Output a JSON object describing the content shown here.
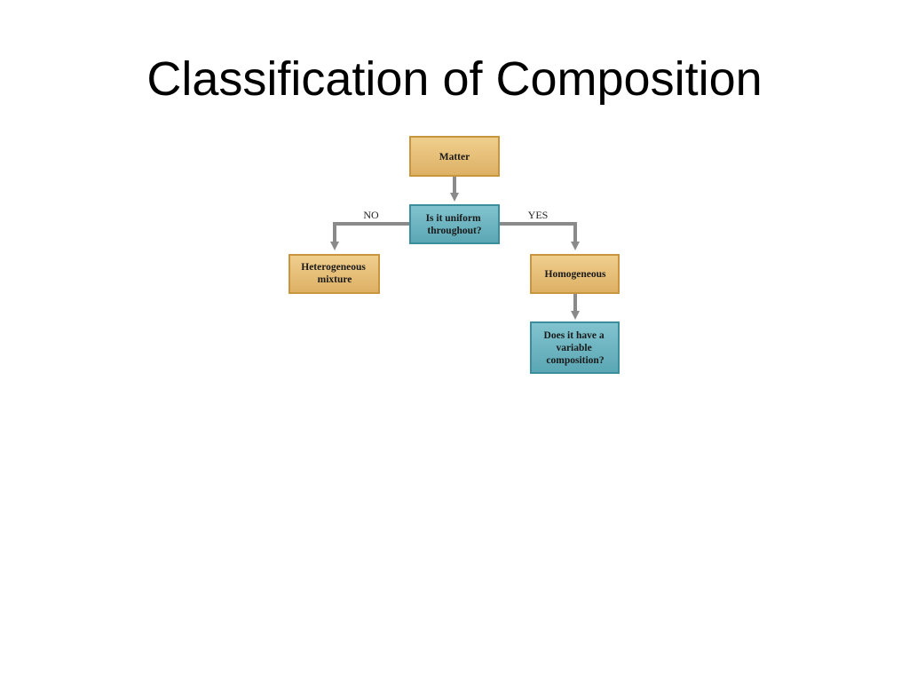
{
  "slide": {
    "title": "Classification of Composition"
  },
  "flowchart": {
    "colors": {
      "category_fill": "#e8c07a",
      "category_border": "#c9963f",
      "question_fill": "#6cb4c0",
      "question_border": "#3d8e9c",
      "arrow": "#8a8a8a"
    },
    "nodes": {
      "matter": {
        "lines": [
          "Matter"
        ]
      },
      "uniform_question": {
        "lines": [
          "Is it uniform",
          "throughout?"
        ]
      },
      "heterogeneous": {
        "lines": [
          "Heterogeneous",
          "mixture"
        ]
      },
      "homogeneous": {
        "lines": [
          "Homogeneous"
        ]
      },
      "variable_question": {
        "lines": [
          "Does it have a",
          "variable",
          "composition?"
        ]
      }
    },
    "branches": {
      "no": "NO",
      "yes": "YES"
    }
  }
}
